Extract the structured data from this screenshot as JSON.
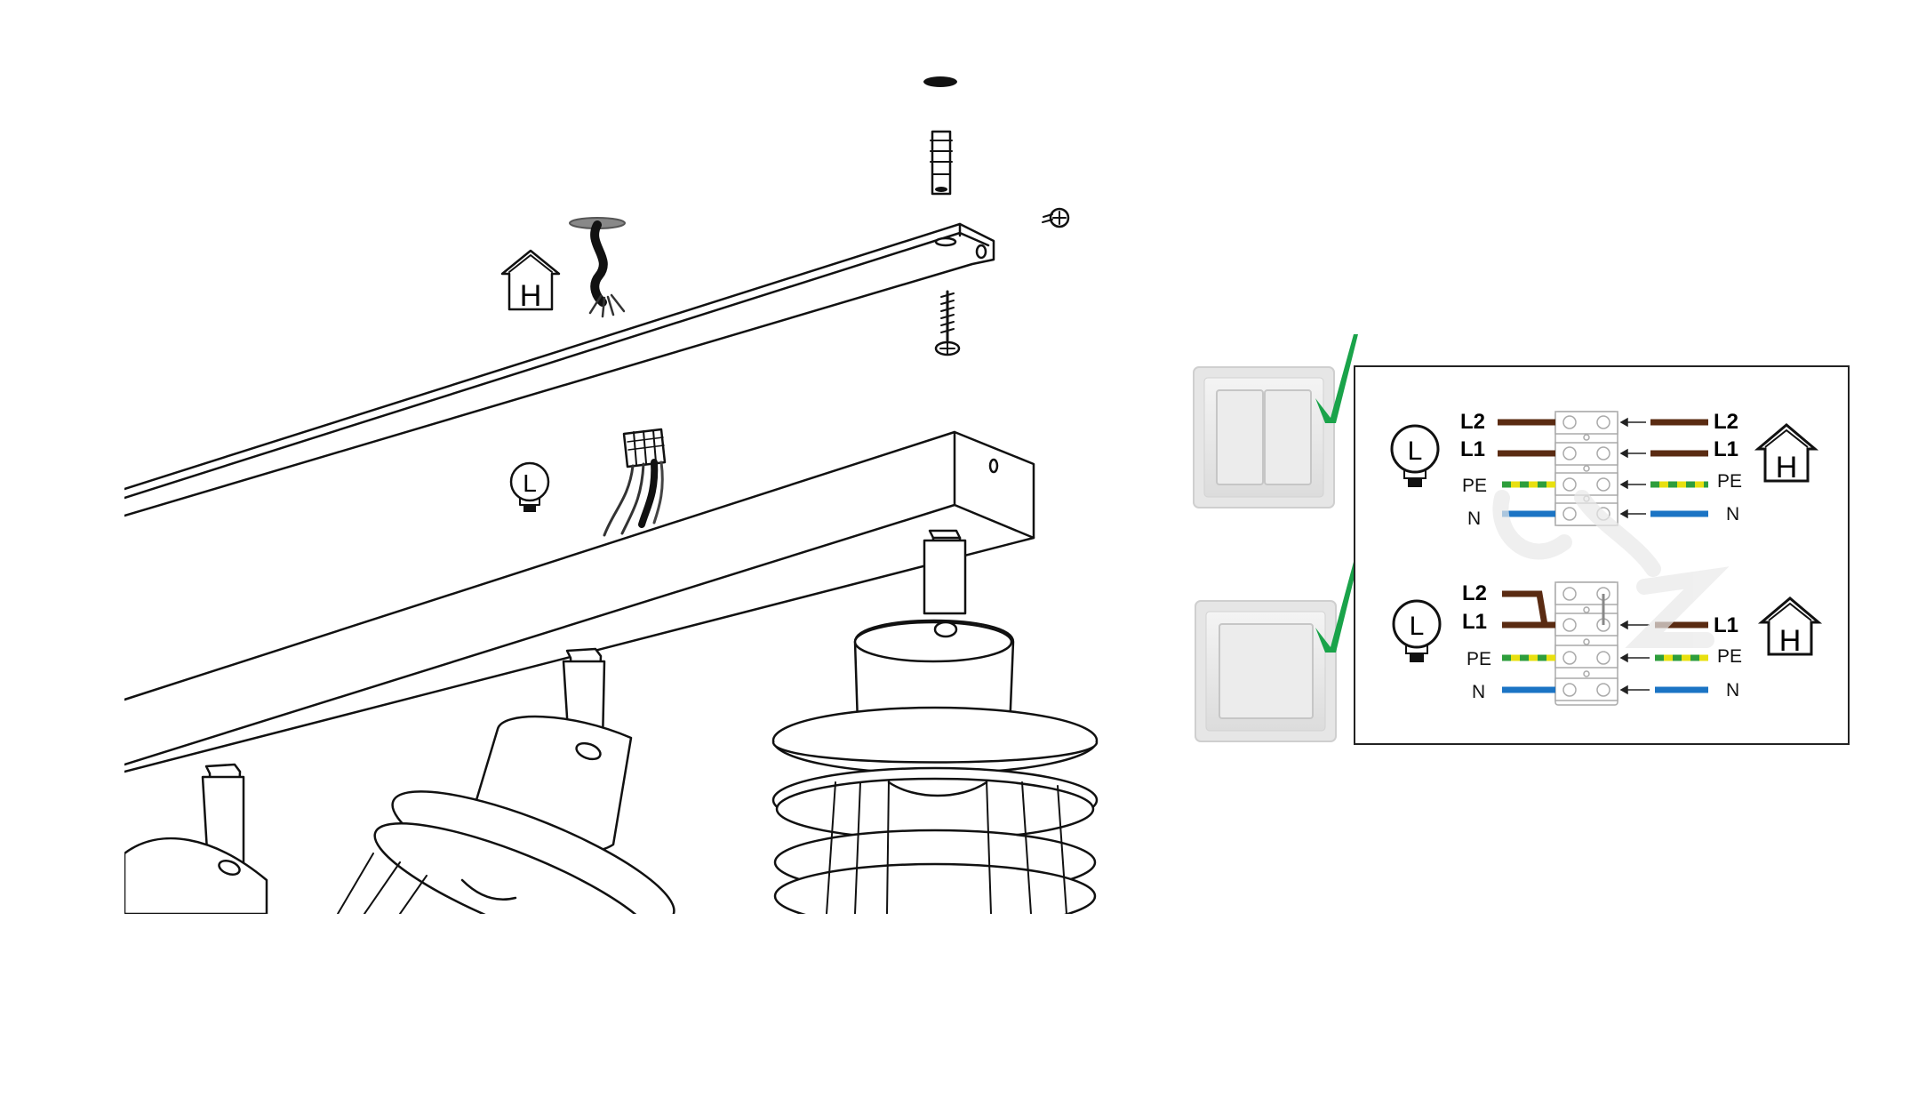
{
  "assembly": {
    "house_icon_letter": "H",
    "lamp_icon_letter": "L"
  },
  "wiring": {
    "double_switch": {
      "lamp_letter": "L",
      "house_letter": "H",
      "left_labels": [
        "L2",
        "L1",
        "PE",
        "N"
      ],
      "right_labels": [
        "L2",
        "L1",
        "PE",
        "N"
      ]
    },
    "single_switch": {
      "lamp_letter": "L",
      "house_letter": "H",
      "left_labels": [
        "L2",
        "L1",
        "PE",
        "N"
      ],
      "right_labels": [
        "L1",
        "PE",
        "N"
      ]
    },
    "wire_colors": {
      "live": "#5a2b12",
      "earth_green": "#2e9e3c",
      "earth_yellow": "#e8e010",
      "neutral": "#1b74c4",
      "check": "#1aa34a"
    }
  }
}
